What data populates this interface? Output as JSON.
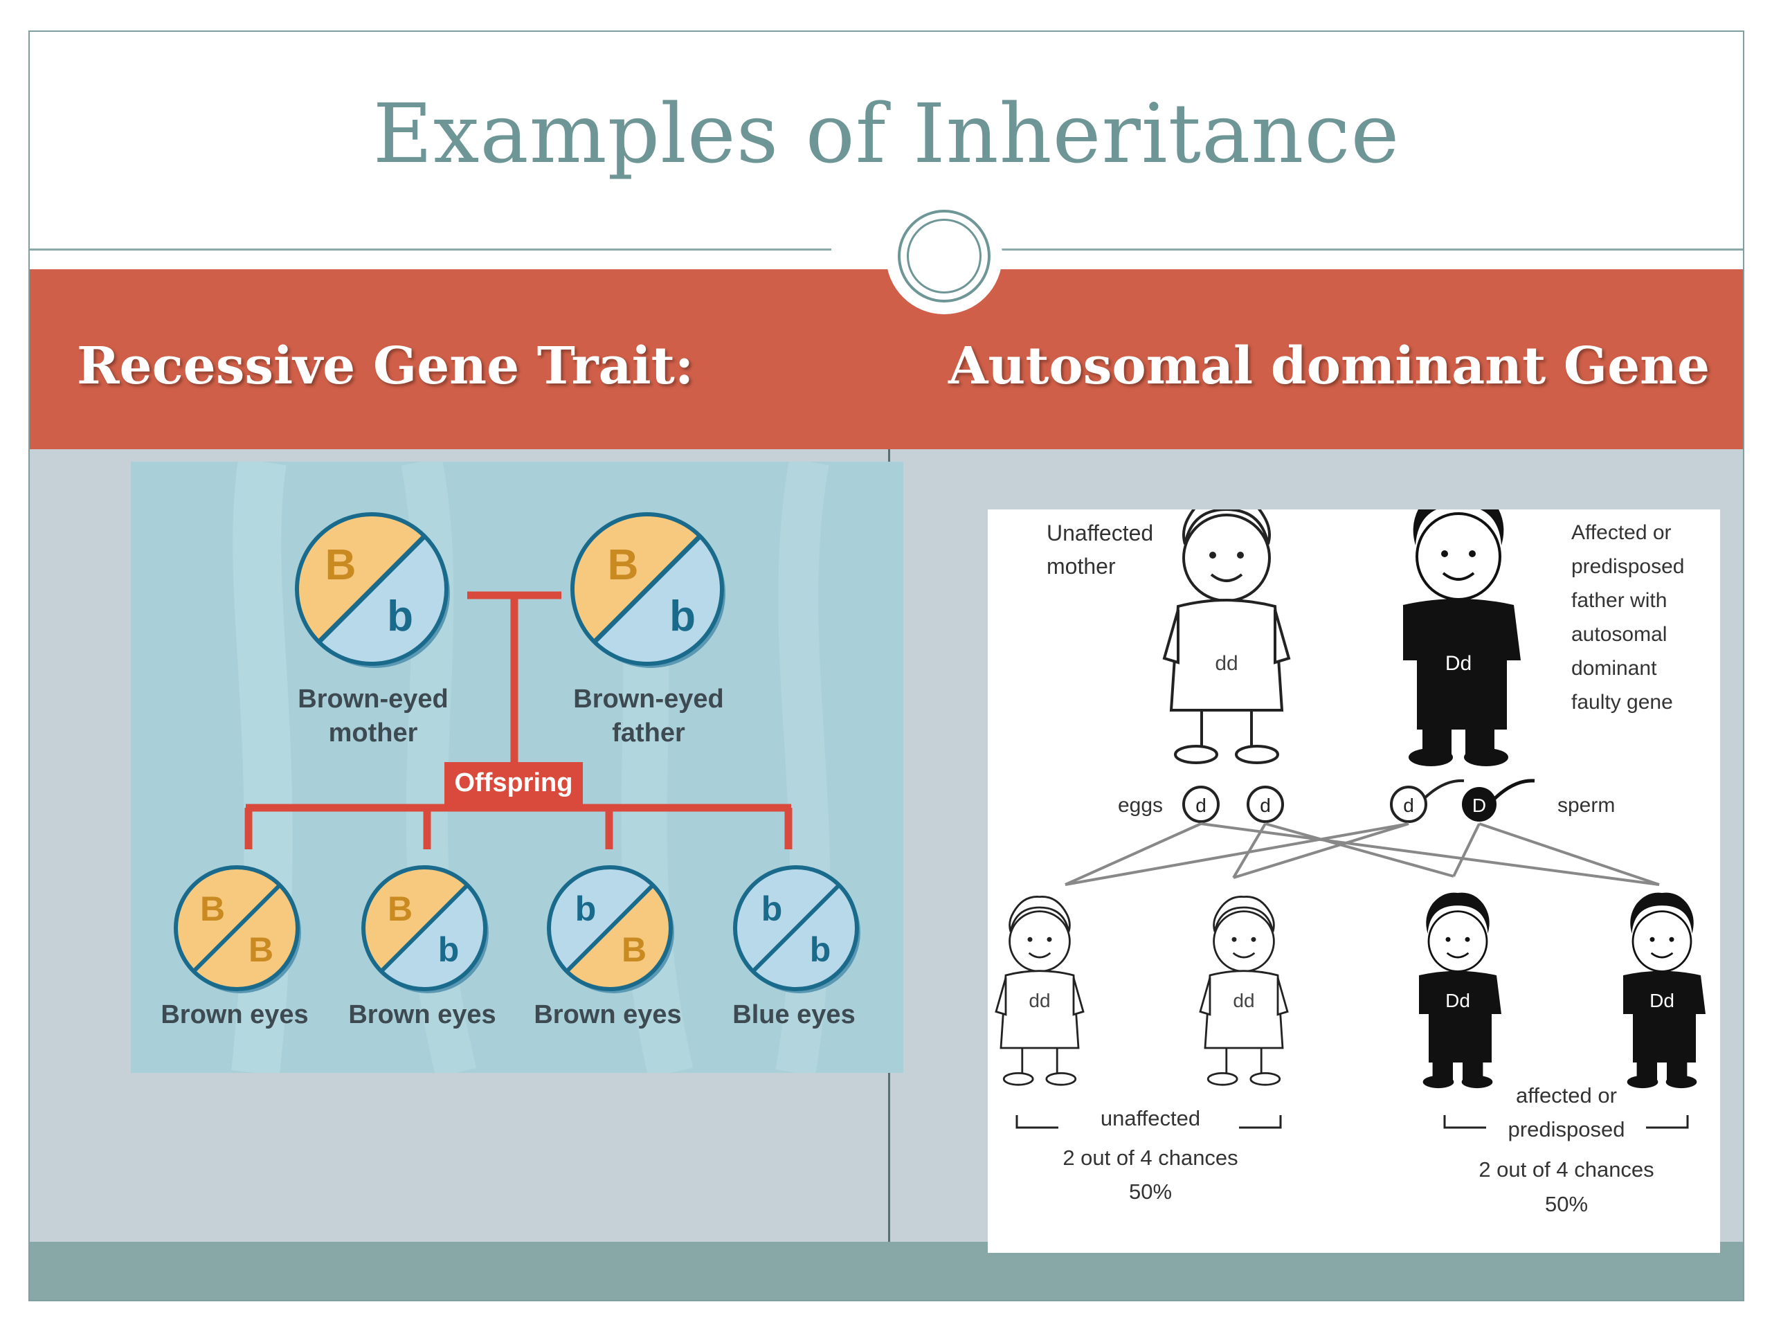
{
  "slide": {
    "title": "Examples of Inheritance",
    "left_heading": "Recessive Gene Trait:",
    "right_heading": "Autosomal dominant Gene"
  },
  "colors": {
    "title": "#6f9696",
    "band": "#cf5f48",
    "lower_background": "#c5d1d7",
    "footer": "#88a8a8",
    "dominant_allele_fill": "#f7c97e",
    "recessive_allele_fill": "#b8d9ea",
    "tree_lines": "#d9493c",
    "diagram_background": "#a9cfd8"
  },
  "recessive_diagram": {
    "parents": [
      {
        "top_allele": "B",
        "bottom_allele": "b",
        "label_line1": "Brown-eyed",
        "label_line2": "mother"
      },
      {
        "top_allele": "B",
        "bottom_allele": "b",
        "label_line1": "Brown-eyed",
        "label_line2": "father"
      }
    ],
    "offspring_label": "Offspring",
    "offspring": [
      {
        "top_allele": "B",
        "bottom_allele": "B",
        "label": "Brown eyes"
      },
      {
        "top_allele": "B",
        "bottom_allele": "b",
        "label": "Brown eyes"
      },
      {
        "top_allele": "b",
        "bottom_allele": "B",
        "label": "Brown eyes"
      },
      {
        "top_allele": "b",
        "bottom_allele": "b",
        "label": "Blue eyes"
      }
    ]
  },
  "dominant_diagram": {
    "mother_caption": [
      "Unaffected",
      "mother"
    ],
    "mother_genotype": "dd",
    "father_caption": [
      "Affected or",
      "predisposed",
      "father with",
      "autosomal",
      "dominant",
      "faulty gene"
    ],
    "father_genotype": "Dd",
    "eggs_label": "eggs",
    "eggs": [
      "d",
      "d"
    ],
    "sperm_label": "sperm",
    "sperm": [
      "d",
      "D"
    ],
    "children": [
      {
        "genotype": "dd",
        "affected": false
      },
      {
        "genotype": "dd",
        "affected": false
      },
      {
        "genotype": "Dd",
        "affected": true
      },
      {
        "genotype": "Dd",
        "affected": true
      }
    ],
    "unaffected_group": {
      "label": "unaffected",
      "chances": "2 out of 4 chances",
      "percent": "50%"
    },
    "affected_group": {
      "label_line1": "affected or",
      "label_line2": "predisposed",
      "chances": "2 out of 4 chances",
      "percent": "50%"
    }
  }
}
